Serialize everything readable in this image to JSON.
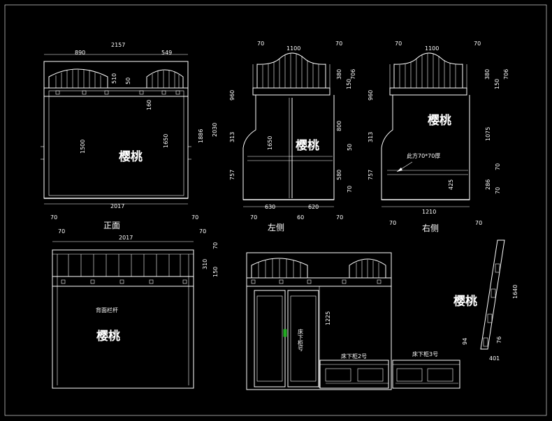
{
  "views": {
    "front": {
      "title": "正面",
      "material": "樱桃",
      "dims": {
        "top_left": "890",
        "top_total": "2157",
        "top_right": "549",
        "d510": "510",
        "d50": "50",
        "d160": "160",
        "h1500": "1500",
        "h1650": "1650",
        "h1886": "1886",
        "h2030": "2030",
        "bottom": "2017",
        "left70": "70",
        "right70": "70"
      }
    },
    "left": {
      "title": "左侧",
      "material": "樱桃",
      "dims": {
        "top_left70": "70",
        "top1100": "1100",
        "top_right70": "70",
        "h960": "960",
        "h313": "313",
        "h757": "757",
        "h1650": "1650",
        "h380": "380",
        "h150": "150",
        "h706": "706",
        "h800": "800",
        "h50": "50",
        "h580": "580",
        "h70": "70",
        "b630": "630",
        "b60": "60",
        "b620": "620",
        "b_left70": "70",
        "b_right70": "70"
      }
    },
    "right": {
      "title": "右侧",
      "material": "樱桃",
      "note": "此方70*70厚",
      "dims": {
        "top_left70": "70",
        "top1100": "1100",
        "top_right70": "70",
        "h960": "960",
        "h313": "313",
        "h757": "757",
        "h380": "380",
        "h150": "150",
        "h706": "706",
        "h1075": "1075",
        "h70a": "70",
        "h425": "425",
        "h286": "286",
        "h70b": "70",
        "b1210": "1210",
        "b_left70": "70",
        "b_right70": "70"
      }
    },
    "back": {
      "title": "背面栏杆",
      "material": "樱桃",
      "dims": {
        "left70": "70",
        "top2017": "2017",
        "right70": "70",
        "h310": "310",
        "h150": "150",
        "r70": "70"
      }
    },
    "under": {
      "dim1225": "1225",
      "label_under_cab": "床下柜号",
      "label_drawer1": "床下柜2号",
      "label_drawer2": "床下柜3号"
    },
    "ladder": {
      "material": "樱桃",
      "h1640": "1640",
      "w401": "401",
      "d94": "94",
      "d76": "76"
    }
  }
}
